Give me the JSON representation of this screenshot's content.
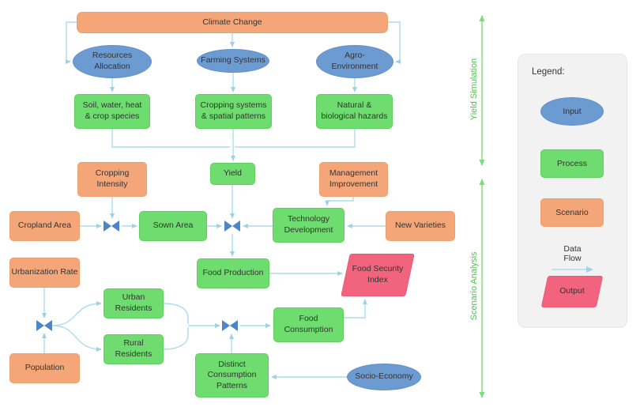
{
  "colors": {
    "input": "#6C9BD2",
    "process": "#6FDC6F",
    "scenario": "#F5A679",
    "output": "#F2647E",
    "connector": "#AEDCEC",
    "valve": "#4C86C8",
    "section_arrow": "#7ADE7A",
    "section_text": "#4EC44E"
  },
  "sections": {
    "yield_simulation": "Yield Simulation",
    "scenario_analysis": "Scenario Analysis"
  },
  "nodes": {
    "climate_change": {
      "label": "Climate Change",
      "type": "scenario"
    },
    "resources_allocation": {
      "label": "Resources\nAllocation",
      "type": "input"
    },
    "farming_systems": {
      "label": "Farming Systems",
      "type": "input"
    },
    "agro_environment": {
      "label": "Agro-\nEnvironment",
      "type": "input"
    },
    "soil_water_heat": {
      "label": "Soil, water, heat\n& crop species",
      "type": "process"
    },
    "cropping_systems": {
      "label": "Cropping systems\n& spatial patterns",
      "type": "process"
    },
    "natural_hazards": {
      "label": "Natural &\nbiological hazards",
      "type": "process"
    },
    "cropping_intensity": {
      "label": "Cropping\nIntensity",
      "type": "scenario"
    },
    "yield": {
      "label": "Yield",
      "type": "process"
    },
    "management_improvement": {
      "label": "Management\nImprovement",
      "type": "scenario"
    },
    "cropland_area": {
      "label": "Cropland Area",
      "type": "scenario"
    },
    "sown_area": {
      "label": "Sown Area",
      "type": "process"
    },
    "technology_development": {
      "label": "Technology\nDevelopment",
      "type": "process"
    },
    "new_varieties": {
      "label": "New Varieties",
      "type": "scenario"
    },
    "urbanization_rate": {
      "label": "Urbanization Rate",
      "type": "scenario"
    },
    "food_production": {
      "label": "Food Production",
      "type": "process"
    },
    "food_security_index": {
      "label": "Food Security\nIndex",
      "type": "output"
    },
    "urban_residents": {
      "label": "Urban\nResidents",
      "type": "process"
    },
    "rural_residents": {
      "label": "Rural\nResidents",
      "type": "process"
    },
    "food_consumption": {
      "label": "Food\nConsumption",
      "type": "process"
    },
    "population": {
      "label": "Population",
      "type": "scenario"
    },
    "distinct_consumption_patterns": {
      "label": "Distinct\nConsumption\nPatterns",
      "type": "process"
    },
    "socio_economy": {
      "label": "Socio-Economy",
      "type": "input"
    }
  },
  "legend": {
    "title": "Legend:",
    "items": [
      {
        "label": "Input",
        "shape": "ellipse"
      },
      {
        "label": "Process",
        "shape": "rectangle"
      },
      {
        "label": "Scenario",
        "shape": "rectangle"
      },
      {
        "label": "Data\nFlow",
        "shape": "arrow"
      },
      {
        "label": "Output",
        "shape": "parallelogram"
      }
    ]
  }
}
